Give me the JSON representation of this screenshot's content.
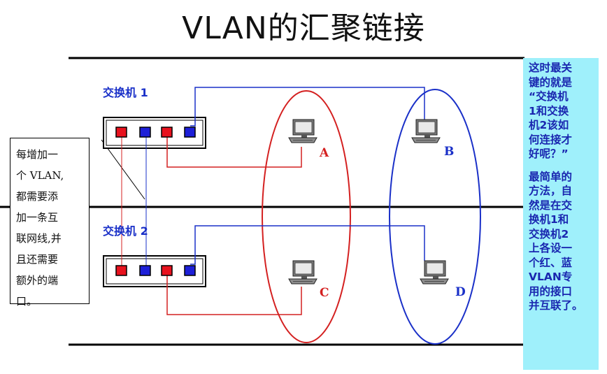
{
  "title": "VLAN的汇聚链接",
  "switches": [
    {
      "label": "交换机 1",
      "ports": [
        "red",
        "blue",
        "red",
        "blue"
      ]
    },
    {
      "label": "交换机 2",
      "ports": [
        "red",
        "blue",
        "red",
        "blue"
      ]
    }
  ],
  "computers": [
    {
      "label": "A",
      "vlan": "red"
    },
    {
      "label": "B",
      "vlan": "blue"
    },
    {
      "label": "C",
      "vlan": "red"
    },
    {
      "label": "D",
      "vlan": "blue"
    }
  ],
  "note": {
    "lines": [
      "每增加一",
      "个 VLAN,",
      "都需要添",
      "加一条互",
      "联网线,并",
      "且还需要",
      "额外的端",
      "口。"
    ]
  },
  "side_panel": {
    "para1": [
      "这时最关",
      "键的就是",
      "“交换机",
      "1和交换",
      "机2该如",
      "何连接才",
      "好呢？”"
    ],
    "para2": [
      "最简单的",
      "方法，自",
      "然是在交",
      "换机1和",
      "交换机2",
      "上各设一",
      "个红、蓝",
      "VLAN专",
      "用的接口",
      "并互联了。"
    ]
  },
  "colors": {
    "red": "#d42020",
    "blue": "#1a30c8",
    "port_red": "#e8121e",
    "port_blue": "#1d1fd8",
    "side_bg": "#9ff0fb",
    "side_text": "#1a27b0"
  }
}
